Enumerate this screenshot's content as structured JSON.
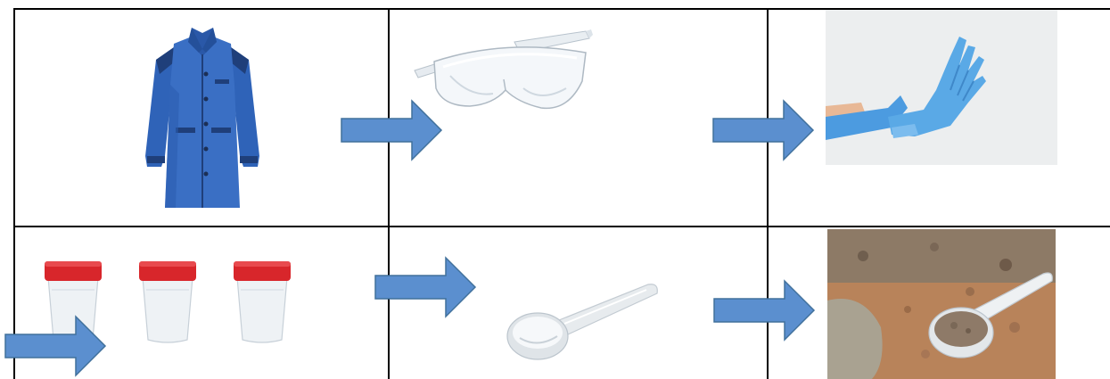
{
  "diagram": {
    "description_steps": [
      {
        "id": "lab-coat",
        "icon": "lab-coat-icon"
      },
      {
        "id": "safety-goggles",
        "icon": "safety-goggles-icon"
      },
      {
        "id": "nitrile-gloves",
        "icon": "gloves-icon"
      },
      {
        "id": "sample-containers",
        "icon": "sample-cups-icon"
      },
      {
        "id": "measuring-spoon",
        "icon": "measuring-spoon-icon"
      },
      {
        "id": "soil-sample",
        "icon": "soil-scoop-icon"
      }
    ],
    "colors": {
      "arrow_fill": "#5b8fcf",
      "arrow_stroke": "#41719c",
      "coat": "#2f63b8",
      "coat_dark": "#1f3f7a",
      "glove": "#5aa9e6",
      "cup_lid": "#d8262b",
      "soil": "#b58460"
    }
  }
}
